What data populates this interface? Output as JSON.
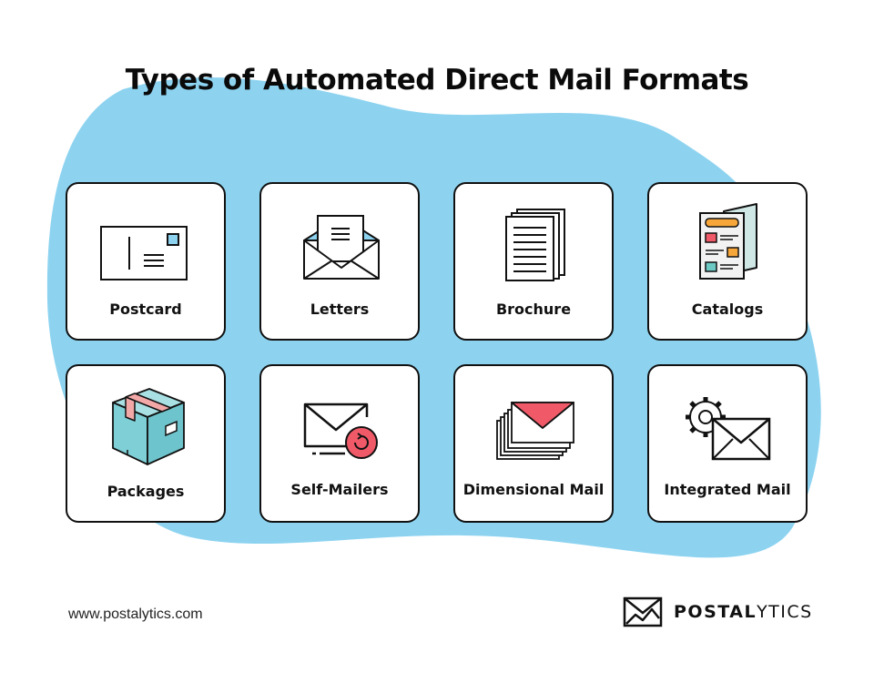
{
  "title": "Types of Automated Direct Mail Formats",
  "colors": {
    "blob": "#8dd3f0",
    "accent_red": "#f05a68",
    "accent_orange": "#f7a63a",
    "accent_teal": "#6cc9c3",
    "card_border": "#111111"
  },
  "cards": [
    {
      "label": "Postcard",
      "icon": "postcard-icon"
    },
    {
      "label": "Letters",
      "icon": "envelope-letter-icon"
    },
    {
      "label": "Brochure",
      "icon": "document-stack-icon"
    },
    {
      "label": "Catalogs",
      "icon": "catalog-icon"
    },
    {
      "label": "Packages",
      "icon": "package-box-icon"
    },
    {
      "label": "Self-Mailers",
      "icon": "self-mailer-icon"
    },
    {
      "label": "Dimensional Mail",
      "icon": "envelope-stack-icon"
    },
    {
      "label": "Integrated Mail",
      "icon": "gear-envelope-icon"
    }
  ],
  "footer": {
    "url": "www.postalytics.com",
    "logo_bold": "POSTAL",
    "logo_light": "YTICS",
    "logo_icon": "postalytics-envelope-icon"
  }
}
